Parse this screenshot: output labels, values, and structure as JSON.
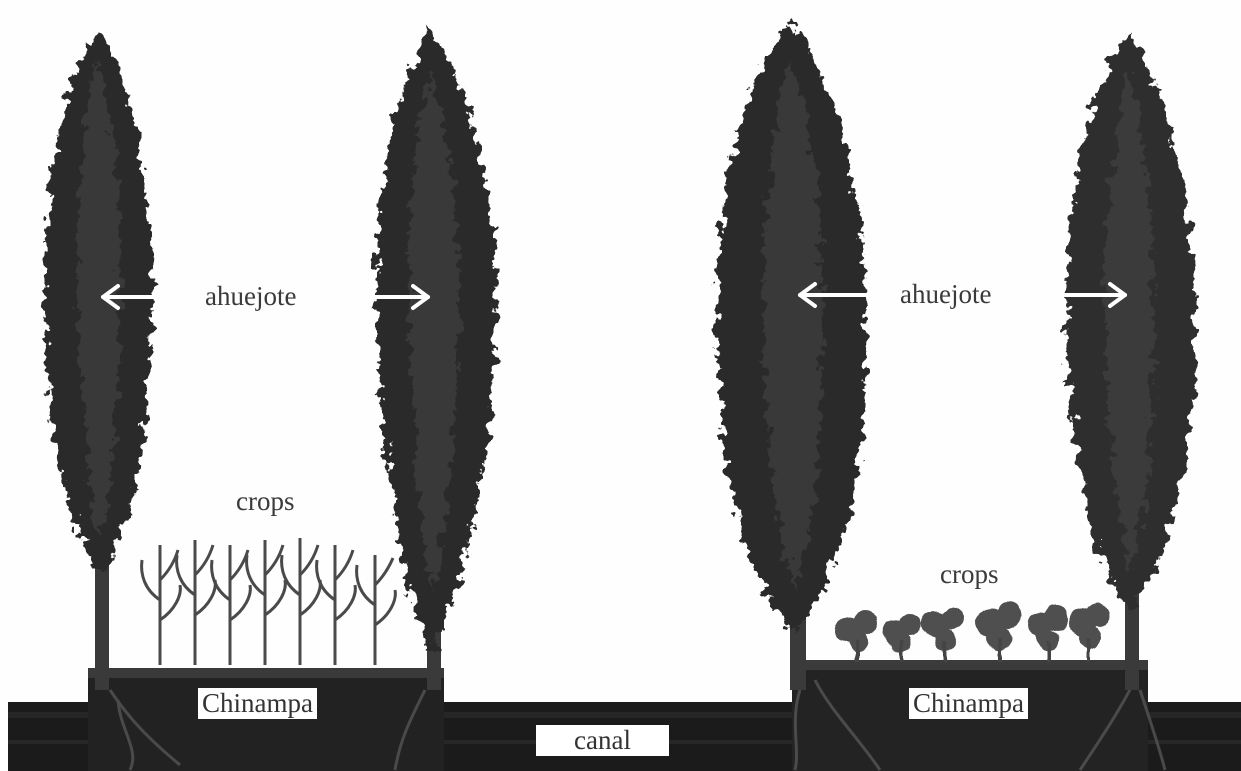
{
  "labels": {
    "ahuejote_left": "ahuejote",
    "ahuejote_right": "ahuejote",
    "crops_left": "crops",
    "crops_right": "crops",
    "chinampa_left": "Chinampa",
    "chinampa_right": "Chinampa",
    "canal": "canal"
  },
  "colors": {
    "tree": "#2c2c2c",
    "ground": "#1c1c1c",
    "crop": "#4a4a4a",
    "label_box": "#ffffff"
  }
}
